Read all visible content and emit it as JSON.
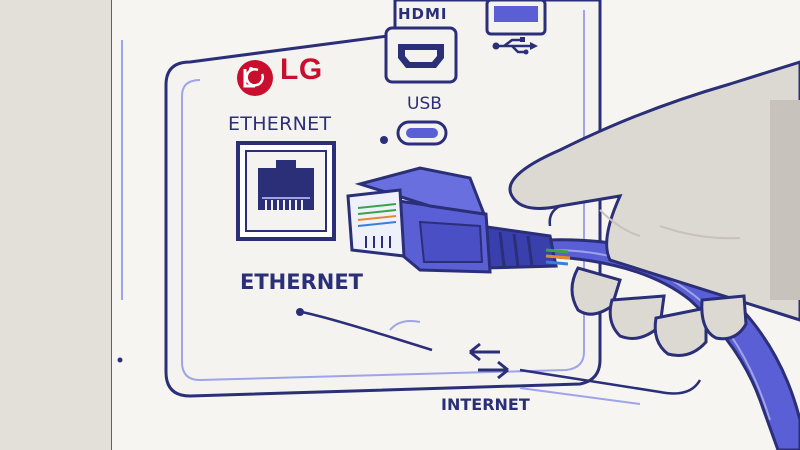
{
  "brand": {
    "name": "LG",
    "color": "#c8102e"
  },
  "ports": {
    "hdmi_label": "HDMI",
    "usb_label": "USB",
    "ethernet_label_top": "ETHERNET",
    "ethernet_label_bottom": "ETHERNET"
  },
  "network": {
    "label": "INTERNET"
  },
  "colors": {
    "outline": "#2b2f78",
    "cable": "#5a5fd6",
    "cable_dark": "#3a3fae",
    "panel": "#f4f3f0",
    "wall": "#eceae6",
    "hand": "#dcd9d3",
    "accent_line": "#9ea3ea"
  },
  "icons": [
    "lg-logo-icon",
    "hdmi-port-icon",
    "usb-port-icon",
    "usb-symbol-icon",
    "ethernet-port-icon",
    "ethernet-cable-icon",
    "hand-icon",
    "data-transfer-arrows-icon"
  ]
}
